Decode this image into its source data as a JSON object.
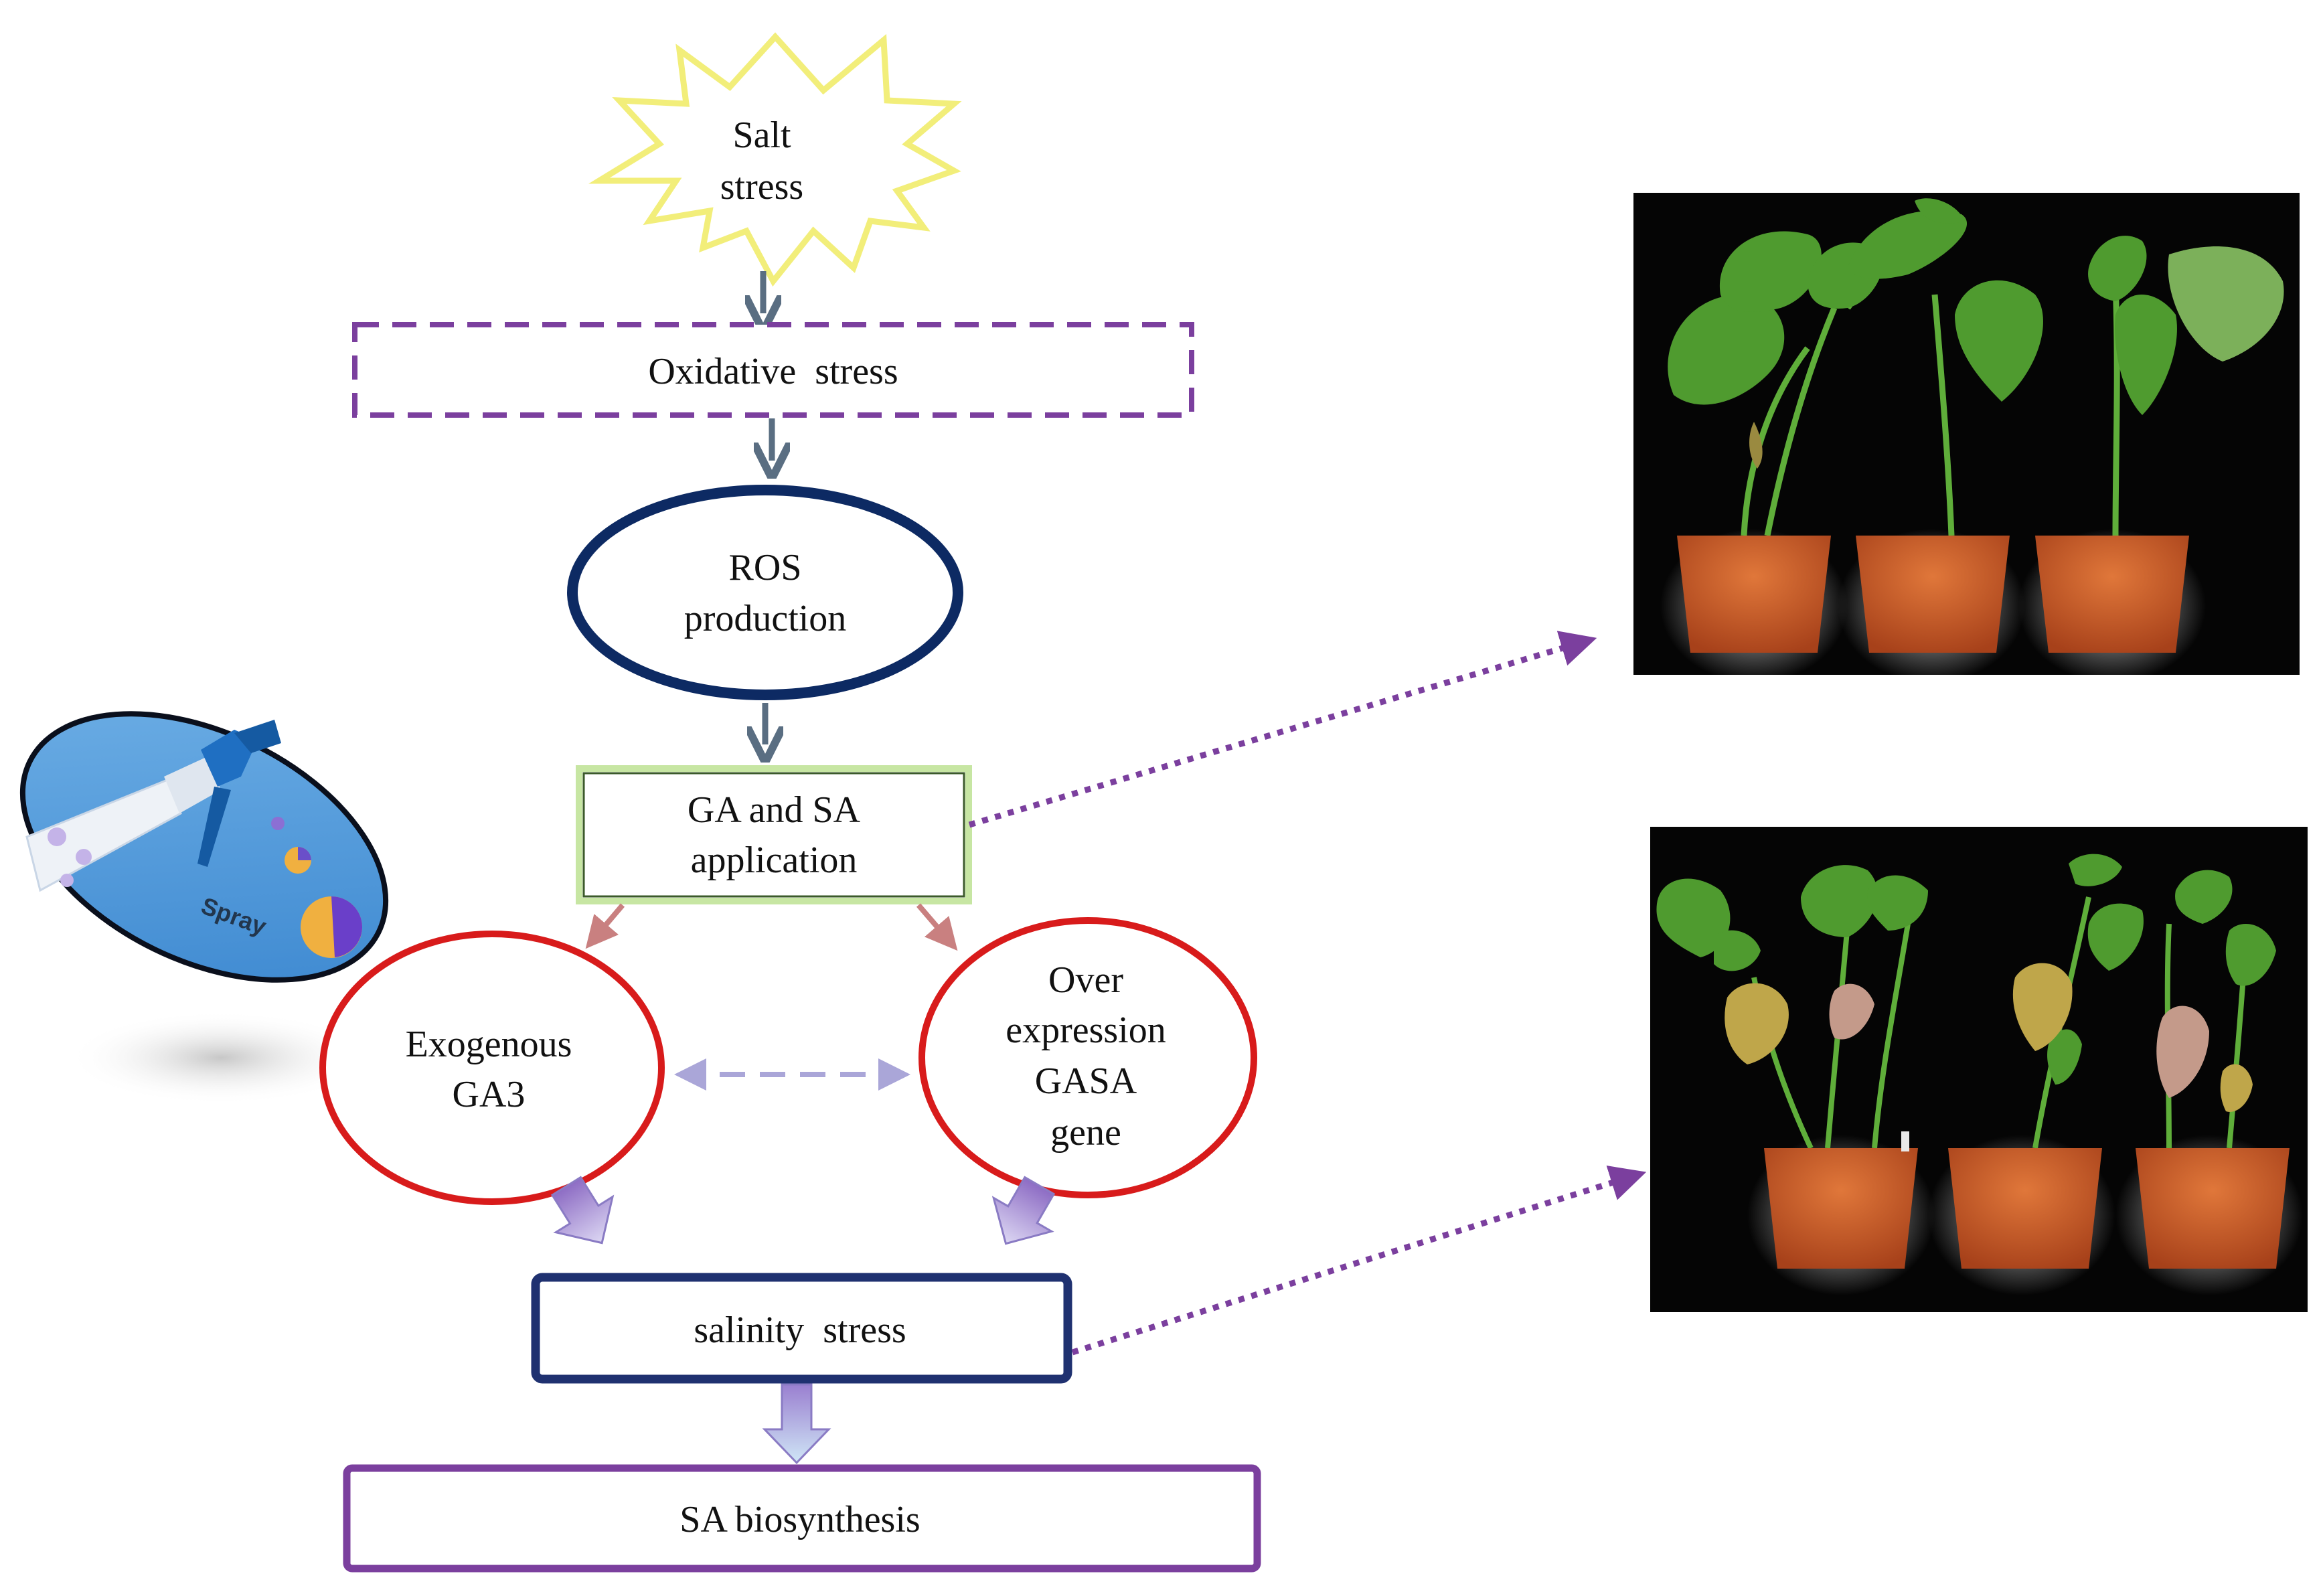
{
  "nodes": {
    "salt_stress": {
      "line1": "Salt",
      "line2": "stress"
    },
    "oxidative_stress": "Oxidative  stress",
    "ros_production": {
      "line1": "ROS",
      "line2": "production"
    },
    "ga_sa_application": {
      "line1": "GA and SA",
      "line2": "application"
    },
    "exogenous_ga3": {
      "line1": "Exogenous",
      "line2": "GA3"
    },
    "over_expression": {
      "line1": "Over",
      "line2": "expression",
      "line3": "GASA",
      "line4": "gene"
    },
    "salinity_stress": "salinity  stress",
    "sa_biosynthesis": "SA biosynthesis"
  },
  "spray_label": "Spray",
  "photos": {
    "healthy": {
      "plant_count": 3
    },
    "stressed": {
      "plant_count": 3
    }
  },
  "colors": {
    "salt_burst_stroke": "#f2ee7a",
    "oxidative_border": "#7b3f9e",
    "ros_border": "#0d2a63",
    "ga_sa_border": "#9ccf6a",
    "ellipse_border": "#d81b1b",
    "salinity_border": "#1f3170",
    "sa_border": "#7b3f9e",
    "dotted_connector": "#7b3f9e",
    "arrow_dark": "#5a6e82",
    "arrow_pink": "#c98080",
    "arrow_lavender": "#aaa6d8",
    "pot": "#c6531f",
    "leaf_healthy": "#4f9b2f",
    "leaf_stressed": "#bfa64a"
  },
  "icons": [
    "spray-bottle-icon",
    "arrow-down-icon",
    "block-arrow-icon",
    "dotted-arrow-icon"
  ]
}
